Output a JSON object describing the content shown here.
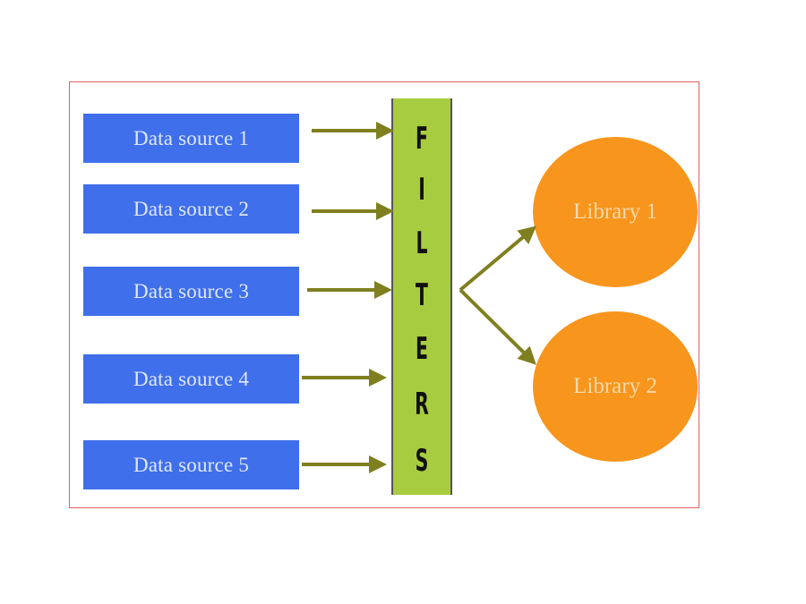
{
  "diagram": {
    "sources": [
      {
        "label": "Data source 1"
      },
      {
        "label": "Data source 2"
      },
      {
        "label": "Data source 3"
      },
      {
        "label": "Data source 4"
      },
      {
        "label": "Data source 5"
      }
    ],
    "filters": {
      "letters": [
        "F",
        "I",
        "L",
        "T",
        "E",
        "R",
        "S"
      ]
    },
    "libraries": [
      {
        "label": "Library 1"
      },
      {
        "label": "Library 2"
      }
    ],
    "colors": {
      "source_fill": "#3f6fea",
      "filter_fill": "#a8cc3f",
      "library_fill": "#f7951d",
      "arrow": "#7f7f20",
      "frame_border": "#e06060"
    }
  }
}
